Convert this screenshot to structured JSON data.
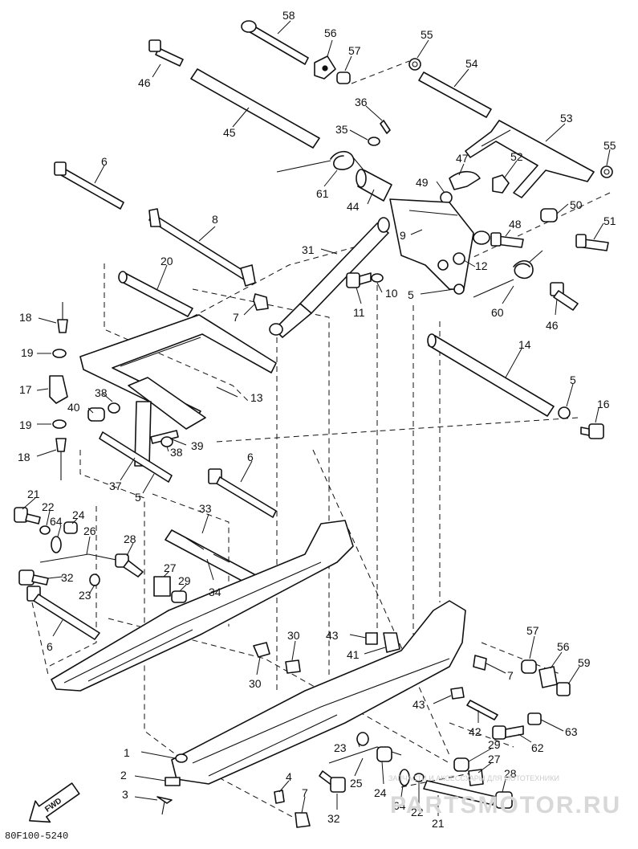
{
  "callouts": [
    {
      "id": "c58",
      "text": "58"
    },
    {
      "id": "c56a",
      "text": "56"
    },
    {
      "id": "c57a",
      "text": "57"
    },
    {
      "id": "c55a",
      "text": "55"
    },
    {
      "id": "c46a",
      "text": "46"
    },
    {
      "id": "c54",
      "text": "54"
    },
    {
      "id": "c45",
      "text": "45"
    },
    {
      "id": "c36",
      "text": "36"
    },
    {
      "id": "c35",
      "text": "35"
    },
    {
      "id": "c53",
      "text": "53"
    },
    {
      "id": "c55b",
      "text": "55"
    },
    {
      "id": "c6a",
      "text": "6"
    },
    {
      "id": "c61",
      "text": "61"
    },
    {
      "id": "c47",
      "text": "47"
    },
    {
      "id": "c52",
      "text": "52"
    },
    {
      "id": "c44",
      "text": "44"
    },
    {
      "id": "c49",
      "text": "49"
    },
    {
      "id": "c50",
      "text": "50"
    },
    {
      "id": "c8",
      "text": "8"
    },
    {
      "id": "c9",
      "text": "9"
    },
    {
      "id": "c48",
      "text": "48"
    },
    {
      "id": "c51",
      "text": "51"
    },
    {
      "id": "c31",
      "text": "31"
    },
    {
      "id": "c12",
      "text": "12"
    },
    {
      "id": "c20",
      "text": "20"
    },
    {
      "id": "c10",
      "text": "10"
    },
    {
      "id": "c5a",
      "text": "5"
    },
    {
      "id": "c11",
      "text": "11"
    },
    {
      "id": "c60",
      "text": "60"
    },
    {
      "id": "c46b",
      "text": "46"
    },
    {
      "id": "c7a",
      "text": "7"
    },
    {
      "id": "c18a",
      "text": "18"
    },
    {
      "id": "c14",
      "text": "14"
    },
    {
      "id": "c19a",
      "text": "19"
    },
    {
      "id": "c13",
      "text": "13"
    },
    {
      "id": "c5b",
      "text": "5"
    },
    {
      "id": "c17",
      "text": "17"
    },
    {
      "id": "c38a",
      "text": "38"
    },
    {
      "id": "c16",
      "text": "16"
    },
    {
      "id": "c40",
      "text": "40"
    },
    {
      "id": "c19b",
      "text": "19"
    },
    {
      "id": "c39",
      "text": "39"
    },
    {
      "id": "c38b",
      "text": "38"
    },
    {
      "id": "c18b",
      "text": "18"
    },
    {
      "id": "c6b",
      "text": "6"
    },
    {
      "id": "c37",
      "text": "37"
    },
    {
      "id": "c5c",
      "text": "5"
    },
    {
      "id": "c21a",
      "text": "21"
    },
    {
      "id": "c22a",
      "text": "22"
    },
    {
      "id": "c33",
      "text": "33"
    },
    {
      "id": "c24a",
      "text": "24"
    },
    {
      "id": "c64a",
      "text": "64"
    },
    {
      "id": "c26",
      "text": "26"
    },
    {
      "id": "c28a",
      "text": "28"
    },
    {
      "id": "c27a",
      "text": "27"
    },
    {
      "id": "c29a",
      "text": "29"
    },
    {
      "id": "c32a",
      "text": "32"
    },
    {
      "id": "c34",
      "text": "34"
    },
    {
      "id": "c23a",
      "text": "23"
    },
    {
      "id": "c6c",
      "text": "6"
    },
    {
      "id": "c30a",
      "text": "30"
    },
    {
      "id": "c43a",
      "text": "43"
    },
    {
      "id": "c57b",
      "text": "57"
    },
    {
      "id": "c41",
      "text": "41"
    },
    {
      "id": "c56b",
      "text": "56"
    },
    {
      "id": "c7b",
      "text": "7"
    },
    {
      "id": "c59",
      "text": "59"
    },
    {
      "id": "c30b",
      "text": "30"
    },
    {
      "id": "c43b",
      "text": "43"
    },
    {
      "id": "c42",
      "text": "42"
    },
    {
      "id": "c63",
      "text": "63"
    },
    {
      "id": "c23b",
      "text": "23"
    },
    {
      "id": "c29b",
      "text": "29"
    },
    {
      "id": "c62",
      "text": "62"
    },
    {
      "id": "c1",
      "text": "1"
    },
    {
      "id": "c27b",
      "text": "27"
    },
    {
      "id": "c2",
      "text": "2"
    },
    {
      "id": "c25",
      "text": "25"
    },
    {
      "id": "c28b",
      "text": "28"
    },
    {
      "id": "c4",
      "text": "4"
    },
    {
      "id": "c24b",
      "text": "24"
    },
    {
      "id": "c3",
      "text": "3"
    },
    {
      "id": "c7c",
      "text": "7"
    },
    {
      "id": "c64b",
      "text": "64"
    },
    {
      "id": "c22b",
      "text": "22"
    },
    {
      "id": "c21b",
      "text": "21"
    },
    {
      "id": "c32b",
      "text": "32"
    }
  ],
  "fwd_arrow": {
    "label": "FWD"
  },
  "catalog_code": "80F100-5240",
  "watermark": {
    "line": "ЗАПЧАСТИ И АКСЕССУАРЫ ДЛЯ МОТОТЕХНИКИ",
    "logo": "PARTSMOTOR.RU"
  }
}
